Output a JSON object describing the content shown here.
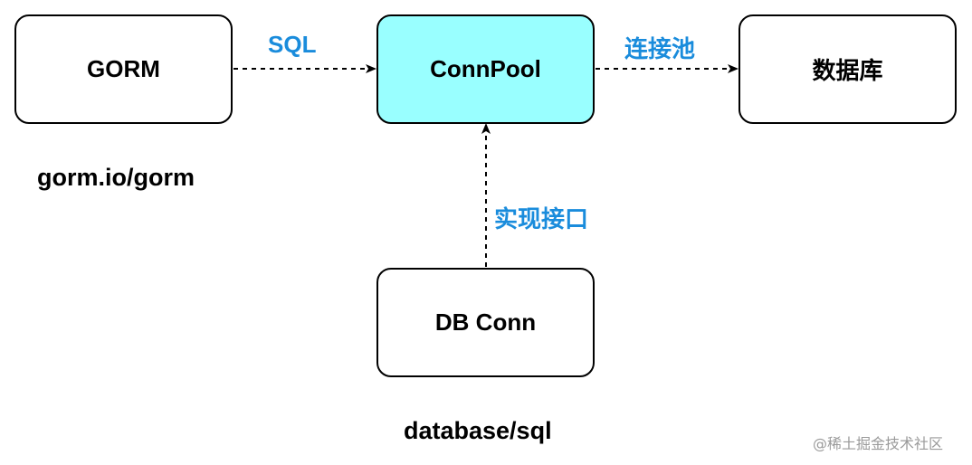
{
  "nodes": {
    "gorm": "GORM",
    "connpool": "ConnPool",
    "database": "数据库",
    "dbconn": "DB Conn"
  },
  "captions": {
    "gorm_package": "gorm.io/gorm",
    "sql_package": "database/sql"
  },
  "edges": {
    "gorm_to_connpool": "SQL",
    "connpool_to_database": "连接池",
    "dbconn_to_connpool": "实现接口"
  },
  "colors": {
    "highlight_fill": "#99ffff",
    "edge_label": "#1a8cdc",
    "stroke": "#000000"
  },
  "watermark": "@稀土掘金技术社区"
}
